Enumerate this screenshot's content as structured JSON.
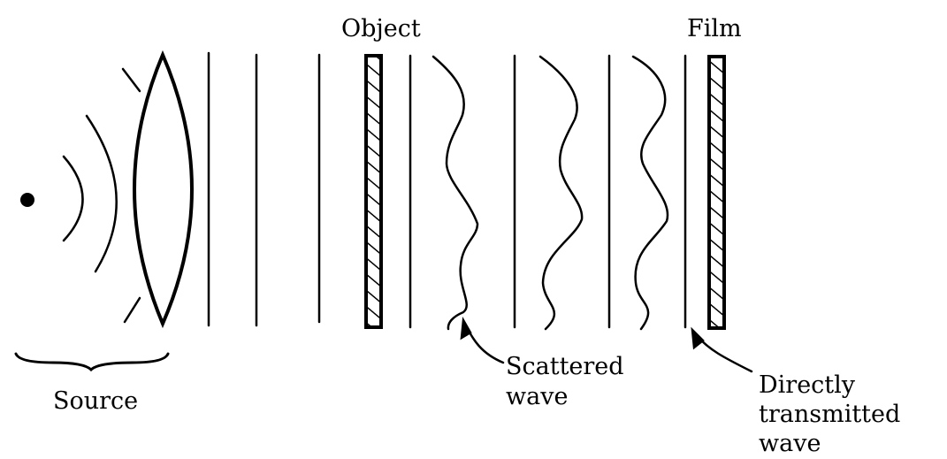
{
  "labels": {
    "object": "Object",
    "film": "Film",
    "source": "Source",
    "scattered_line1": "Scattered",
    "scattered_line2": "wave",
    "direct_line1": "Directly",
    "direct_line2": "transmitted",
    "direct_line3": "wave"
  },
  "colors": {
    "ink": "#000000",
    "background": "#ffffff"
  }
}
